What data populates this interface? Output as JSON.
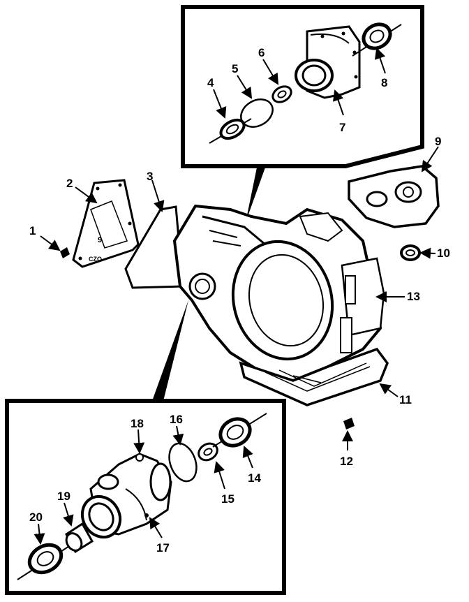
{
  "callouts": [
    "1",
    "2",
    "3",
    "4",
    "5",
    "6",
    "7",
    "8",
    "9",
    "10",
    "11",
    "12",
    "13",
    "14",
    "15",
    "16",
    "17",
    "18",
    "19",
    "20"
  ],
  "part_marks": {
    "cover_plate_number": "9",
    "cover_plate_mark": "CZO"
  },
  "colors": {
    "ink": "#000000",
    "paper": "#ffffff"
  }
}
